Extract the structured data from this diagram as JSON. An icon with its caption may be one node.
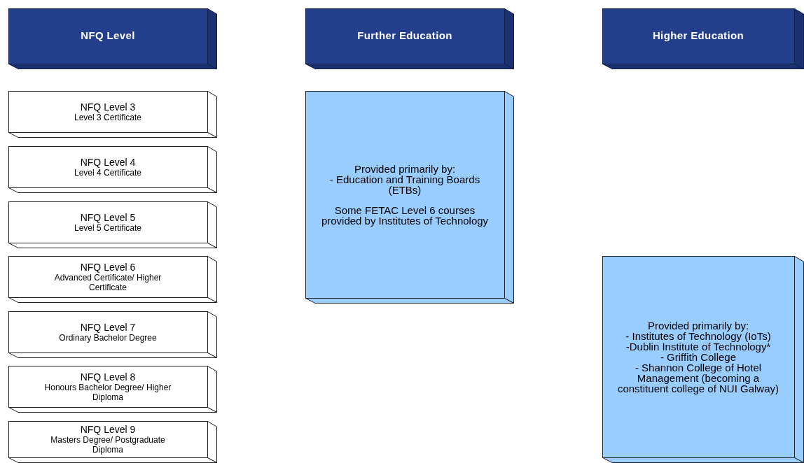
{
  "diagram": {
    "nodes": [
      {
        "text": [
          "NFQ Level"
        ]
      },
      {
        "text": [
          "Further Education"
        ]
      },
      {
        "text": [
          "Higher Education"
        ]
      },
      {
        "text": [
          "NFQ Level 3",
          "Level 3 Certificate"
        ]
      },
      {
        "text": [
          "NFQ Level 4",
          "Level 4 Certificate"
        ]
      },
      {
        "text": [
          "NFQ Level 5",
          "Level 5 Certificate"
        ]
      },
      {
        "text": [
          "NFQ Level 6",
          "Advanced Certificate/ Higher Certificate"
        ]
      },
      {
        "text": [
          "NFQ Level 7",
          "Ordinary Bachelor Degree"
        ]
      },
      {
        "text": [
          "NFQ Level 8",
          "Honours Bachelor Degree/ Higher Diploma"
        ]
      },
      {
        "text": [
          "NFQ Level 9",
          "Masters Degree/ Postgraduate Diploma"
        ]
      },
      {
        "text": [
          "Provided primarily by:",
          "- Education and Training Boards (ETBs)",
          "Some FETAC Level 6 courses provided by Institutes of Technology"
        ]
      },
      {
        "text": [
          "Provided primarily by:",
          "- Institutes of Technology (IoTs)",
          "-Dublin Institute of Technology*",
          "- Griffith College",
          "- Shannon College of Hotel Management (becoming a constituent college of NUI Galway)"
        ]
      }
    ],
    "edges": []
  }
}
